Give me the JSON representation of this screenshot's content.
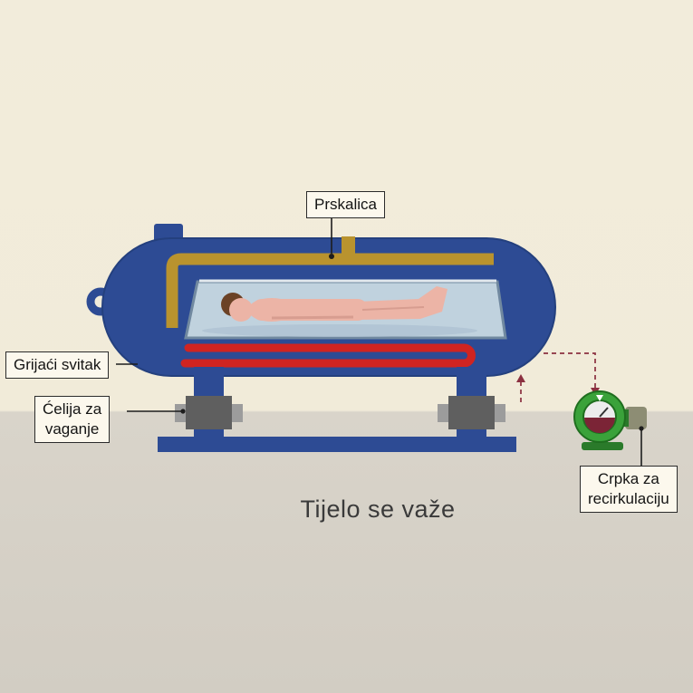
{
  "labels": {
    "sprinkler": "Prskalica",
    "heating_coil": "Grijaći svitak",
    "weigh_cell_line1": "Ćelija za",
    "weigh_cell_line2": "vaganje",
    "pump_line1": "Crpka za",
    "pump_line2": "recirkulaciju"
  },
  "caption": "Tijelo se važe",
  "icons": {
    "tank": "tank-vessel",
    "body": "lying-body",
    "pump": "recirculation-pump",
    "coil": "heating-coil",
    "load_cell": "load-cell"
  },
  "colors": {
    "background_top": "#f2ecdb",
    "background_floor": "#d9d4ca",
    "tank_blue": "#2d4b94",
    "tank_outline": "#24407e",
    "pipe_gold": "#b9932e",
    "coil_red": "#d02421",
    "window_blue": "#c0d2de",
    "window_border": "#7189a0",
    "skin": "#ecb4a6",
    "skin_shade": "#d79d90",
    "hair_brown": "#6b4226",
    "body_shadow": "#aabfcf",
    "load_cell_dark": "#5f5f5f",
    "load_cell_light": "#9c9c9c",
    "pump_green": "#3aa23a",
    "pump_dark_green": "#2a7a2a",
    "gauge_face": "#ececec",
    "gauge_maroon": "#7b2436",
    "nozzle_gray": "#8d8d74",
    "dashed_maroon": "#8b3040",
    "leader_black": "#1d1d1d",
    "label_bg": "#fcf8ed",
    "label_border": "#2b2b2b",
    "caption_color": "#3a3a3a"
  }
}
